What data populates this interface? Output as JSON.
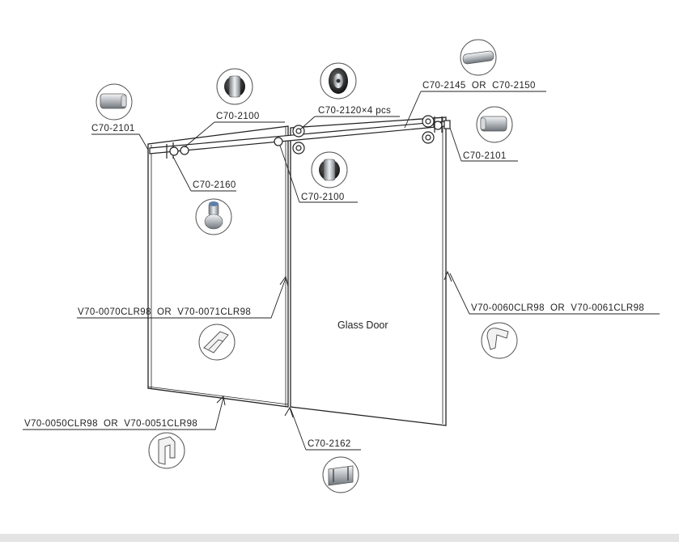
{
  "door_label": "Glass Door",
  "parts": {
    "end_cap_left": "C70-2101",
    "end_cap_right": "C70-2101",
    "stopper_top": "C70-2100",
    "stopper_bottom": "C70-2100",
    "rollers": "C70-2120×4 pcs",
    "rail": "C70-2145  OR  C70-2150",
    "wall_support": "C70-2160",
    "seal_left": "V70-0070CLR98  OR  V70-0071CLR98",
    "seal_right": "V70-0060CLR98  OR  V70-0061CLR98",
    "seal_bottom": "V70-0050CLR98  OR  V70-0051CLR98",
    "guide": "C70-2162"
  },
  "colors": {
    "line": "#222222",
    "thumb_border": "#555555",
    "metal": "#9aa0a6"
  }
}
